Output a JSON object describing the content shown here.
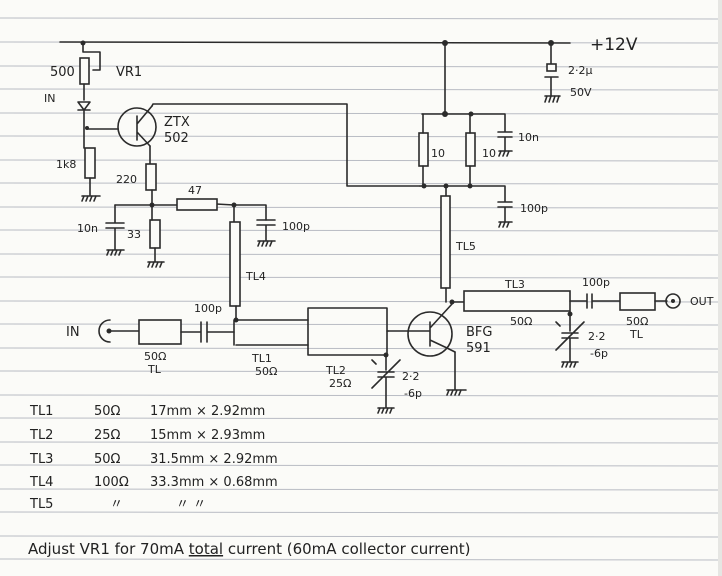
{
  "supply": {
    "label": "+12V"
  },
  "components": {
    "vr1": {
      "value": "500",
      "ref": "VR1"
    },
    "diode": {
      "label": "IN"
    },
    "q1": {
      "type_line1": "ZTX",
      "type_line2": "502"
    },
    "r_1k8": {
      "value": "1k8"
    },
    "r_220": {
      "value": "220"
    },
    "r_47": {
      "value": "47"
    },
    "r_33": {
      "value": "33"
    },
    "c_10n_bias": {
      "value": "10n"
    },
    "c_100p_bias": {
      "value": "100p"
    },
    "c_supply": {
      "value_line1": "2·2μ",
      "value_line2": "50V"
    },
    "r_10_a": {
      "value": "10"
    },
    "r_10_b": {
      "value": "10"
    },
    "c_10n_supply": {
      "value": "10n"
    },
    "c_100p_supply": {
      "value": "100p"
    },
    "tl4": {
      "label": "TL4"
    },
    "tl5": {
      "label": "TL5"
    },
    "tl3": {
      "label": "TL3",
      "impedance": "50Ω"
    },
    "tl1": {
      "label": "TL1",
      "impedance": "50Ω"
    },
    "tl2": {
      "label": "TL2",
      "impedance": "25Ω"
    },
    "in_tl": {
      "impedance": "50Ω",
      "label": "TL"
    },
    "out_tl": {
      "impedance": "50Ω",
      "label": "TL"
    },
    "c_in": {
      "value": "100p"
    },
    "c_out": {
      "value": "100p"
    },
    "trim_in": {
      "value_line1": "2·2",
      "value_line2": "-6p"
    },
    "trim_out": {
      "value_line1": "2·2",
      "value_line2": "-6p"
    },
    "q2": {
      "type_line1": "BFG",
      "type_line2": "591"
    },
    "input_port": {
      "label": "IN"
    },
    "output_port": {
      "label": "OUT"
    }
  },
  "line_table": [
    {
      "name": "TL1",
      "impedance": "50Ω",
      "dims": "17mm × 2.92mm"
    },
    {
      "name": "TL2",
      "impedance": "25Ω",
      "dims": "15mm × 2.93mm"
    },
    {
      "name": "TL3",
      "impedance": "50Ω",
      "dims": "31.5mm × 2.92mm"
    },
    {
      "name": "TL4",
      "impedance": "100Ω",
      "dims": "33.3mm × 0.68mm"
    },
    {
      "name": "TL5",
      "impedance": "〃",
      "dims": "〃      〃"
    }
  ],
  "note": {
    "prefix": "Adjust VR1 for 70mA ",
    "emphasis": "total",
    "suffix": " current (60mA collector current)"
  }
}
